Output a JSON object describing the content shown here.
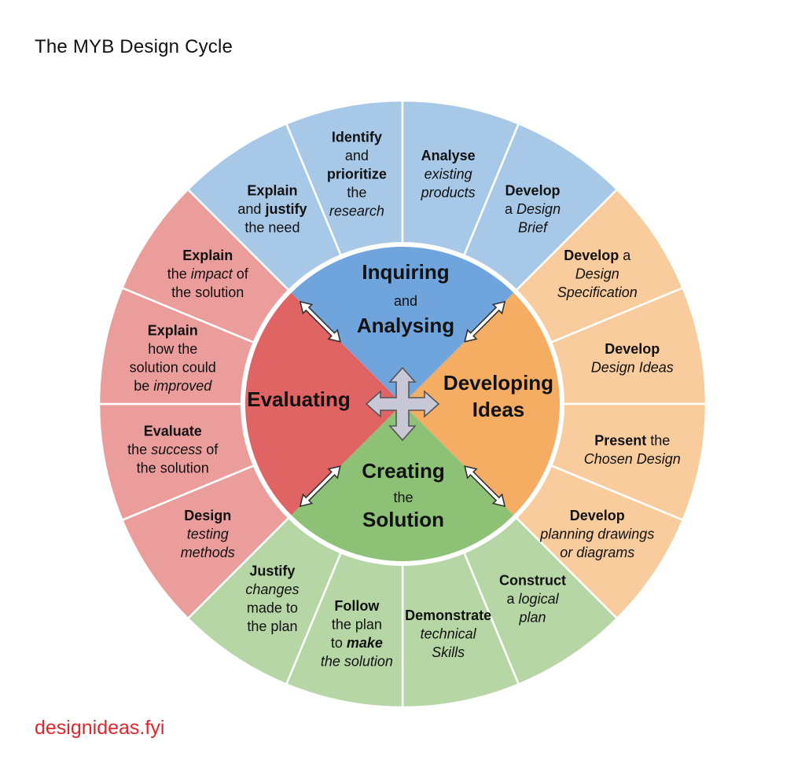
{
  "page": {
    "title": "The MYB Design Cycle",
    "footer": "designideas.fyi"
  },
  "colors": {
    "blue_outer": "#a8c8e8",
    "blue_inner": "#6fa5dc",
    "orange_outer": "#f8cc9c",
    "orange_inner": "#f4ad63",
    "green_outer": "#b6d7a5",
    "green_inner": "#8dc176",
    "red_outer": "#eb9d9c",
    "red_inner": "#e06464",
    "arrow_fill": "#c8c8d6"
  },
  "phases": [
    {
      "id": "inquiring",
      "lines": [
        [
          {
            "t": "Inquiring",
            "s": "b"
          }
        ],
        [
          {
            "t": "and",
            "s": "n"
          }
        ],
        [
          {
            "t": "Analysing",
            "s": "b"
          }
        ]
      ]
    },
    {
      "id": "developing",
      "lines": [
        [
          {
            "t": "Developing",
            "s": "b"
          }
        ],
        [
          {
            "t": "Ideas",
            "s": "b"
          }
        ]
      ]
    },
    {
      "id": "creating",
      "lines": [
        [
          {
            "t": "Creating",
            "s": "b"
          }
        ],
        [
          {
            "t": "the",
            "s": "n"
          }
        ],
        [
          {
            "t": "Solution",
            "s": "b"
          }
        ]
      ]
    },
    {
      "id": "evaluating",
      "lines": [
        [
          {
            "t": "Evaluating",
            "s": "b"
          }
        ]
      ]
    }
  ],
  "segments": [
    {
      "id": "explain-justify-need",
      "group": "blue",
      "lines": [
        [
          {
            "t": "Explain",
            "s": "b"
          }
        ],
        [
          {
            "t": "and ",
            "s": "n"
          },
          {
            "t": "justify",
            "s": "b"
          }
        ],
        [
          {
            "t": "the need",
            "s": "n"
          }
        ]
      ]
    },
    {
      "id": "identify-prioritize-research",
      "group": "blue",
      "lines": [
        [
          {
            "t": "Identify",
            "s": "b"
          }
        ],
        [
          {
            "t": "and",
            "s": "n"
          }
        ],
        [
          {
            "t": "prioritize",
            "s": "b"
          }
        ],
        [
          {
            "t": "the",
            "s": "n"
          }
        ],
        [
          {
            "t": "research",
            "s": "i"
          }
        ]
      ]
    },
    {
      "id": "analyse-existing-products",
      "group": "blue",
      "lines": [
        [
          {
            "t": "Analyse",
            "s": "b"
          }
        ],
        [
          {
            "t": "existing",
            "s": "i"
          }
        ],
        [
          {
            "t": "products",
            "s": "i"
          }
        ]
      ]
    },
    {
      "id": "develop-design-brief",
      "group": "blue",
      "lines": [
        [
          {
            "t": "Develop",
            "s": "b"
          }
        ],
        [
          {
            "t": "a ",
            "s": "n"
          },
          {
            "t": "Design",
            "s": "i"
          }
        ],
        [
          {
            "t": "Brief",
            "s": "i"
          }
        ]
      ]
    },
    {
      "id": "develop-design-specification",
      "group": "orange",
      "lines": [
        [
          {
            "t": "Develop",
            "s": "b"
          },
          {
            "t": " a",
            "s": "n"
          }
        ],
        [
          {
            "t": "Design",
            "s": "i"
          }
        ],
        [
          {
            "t": "Specification",
            "s": "i"
          }
        ]
      ]
    },
    {
      "id": "develop-design-ideas",
      "group": "orange",
      "lines": [
        [
          {
            "t": "Develop",
            "s": "b"
          }
        ],
        [
          {
            "t": "Design Ideas",
            "s": "i"
          }
        ]
      ]
    },
    {
      "id": "present-chosen-design",
      "group": "orange",
      "lines": [
        [
          {
            "t": "Present",
            "s": "b"
          },
          {
            "t": " the",
            "s": "n"
          }
        ],
        [
          {
            "t": "Chosen Design",
            "s": "i"
          }
        ]
      ]
    },
    {
      "id": "develop-planning-drawings",
      "group": "orange",
      "lines": [
        [
          {
            "t": "Develop",
            "s": "b"
          }
        ],
        [
          {
            "t": "planning drawings",
            "s": "i"
          }
        ],
        [
          {
            "t": "or diagrams",
            "s": "i"
          }
        ]
      ]
    },
    {
      "id": "construct-logical-plan",
      "group": "green",
      "lines": [
        [
          {
            "t": "Construct",
            "s": "b"
          }
        ],
        [
          {
            "t": "a ",
            "s": "n"
          },
          {
            "t": "logical",
            "s": "i"
          }
        ],
        [
          {
            "t": "plan",
            "s": "i"
          }
        ]
      ]
    },
    {
      "id": "demonstrate-technical-skills",
      "group": "green",
      "lines": [
        [
          {
            "t": "Demonstrate",
            "s": "b"
          }
        ],
        [
          {
            "t": "technical",
            "s": "i"
          }
        ],
        [
          {
            "t": "Skills",
            "s": "i"
          }
        ]
      ]
    },
    {
      "id": "follow-plan-make-solution",
      "group": "green",
      "lines": [
        [
          {
            "t": "Follow",
            "s": "b"
          }
        ],
        [
          {
            "t": "the plan",
            "s": "n"
          }
        ],
        [
          {
            "t": "to ",
            "s": "n"
          },
          {
            "t": "make",
            "s": "bi"
          }
        ],
        [
          {
            "t": "the solution",
            "s": "i"
          }
        ]
      ]
    },
    {
      "id": "justify-changes",
      "group": "green",
      "lines": [
        [
          {
            "t": "Justify",
            "s": "b"
          }
        ],
        [
          {
            "t": "changes",
            "s": "i"
          }
        ],
        [
          {
            "t": "made to",
            "s": "n"
          }
        ],
        [
          {
            "t": "the plan",
            "s": "n"
          }
        ]
      ]
    },
    {
      "id": "design-testing-methods",
      "group": "red",
      "lines": [
        [
          {
            "t": "Design",
            "s": "b"
          }
        ],
        [
          {
            "t": "testing",
            "s": "i"
          }
        ],
        [
          {
            "t": "methods",
            "s": "i"
          }
        ]
      ]
    },
    {
      "id": "evaluate-success",
      "group": "red",
      "lines": [
        [
          {
            "t": "Evaluate",
            "s": "b"
          }
        ],
        [
          {
            "t": "the ",
            "s": "n"
          },
          {
            "t": "success",
            "s": "i"
          },
          {
            "t": " of",
            "s": "n"
          }
        ],
        [
          {
            "t": "the solution",
            "s": "n"
          }
        ]
      ]
    },
    {
      "id": "explain-improvement",
      "group": "red",
      "lines": [
        [
          {
            "t": "Explain",
            "s": "b"
          }
        ],
        [
          {
            "t": "how the",
            "s": "n"
          }
        ],
        [
          {
            "t": "solution could",
            "s": "n"
          }
        ],
        [
          {
            "t": "be ",
            "s": "n"
          },
          {
            "t": "improved",
            "s": "i"
          }
        ]
      ]
    },
    {
      "id": "explain-impact",
      "group": "red",
      "lines": [
        [
          {
            "t": "Explain",
            "s": "b"
          }
        ],
        [
          {
            "t": "the ",
            "s": "n"
          },
          {
            "t": "impact",
            "s": "i"
          },
          {
            "t": " of",
            "s": "n"
          }
        ],
        [
          {
            "t": "the solution",
            "s": "n"
          }
        ]
      ]
    }
  ]
}
